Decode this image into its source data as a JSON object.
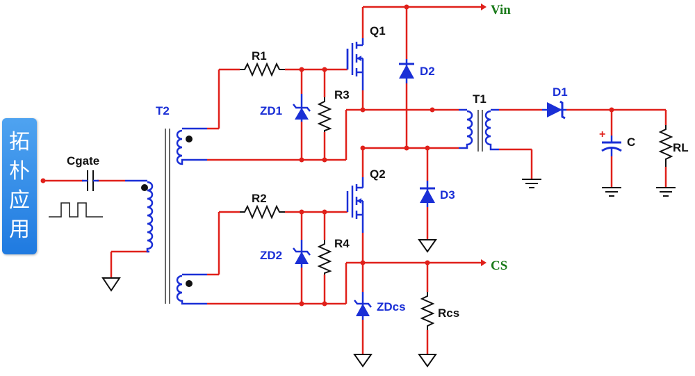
{
  "side_tab": {
    "label": "拓朴应用",
    "color": "#2a86e8"
  },
  "labels": {
    "vin": "Vin",
    "cs": "CS",
    "t2": "T2",
    "t1": "T1",
    "q1": "Q1",
    "q2": "Q2",
    "d1": "D1",
    "d2": "D2",
    "d3": "D3",
    "r1": "R1",
    "r2": "R2",
    "r3": "R3",
    "r4": "R4",
    "zd1": "ZD1",
    "zd2": "ZD2",
    "zdcs": "ZDcs",
    "rcs": "Rcs",
    "cgate": "Cgate",
    "c": "C",
    "rl": "RL",
    "cap_polarity": "+"
  },
  "colors": {
    "wire_red": "#e0201a",
    "component_blue": "#1a2fd6",
    "label_green": "#1a7a1a"
  }
}
